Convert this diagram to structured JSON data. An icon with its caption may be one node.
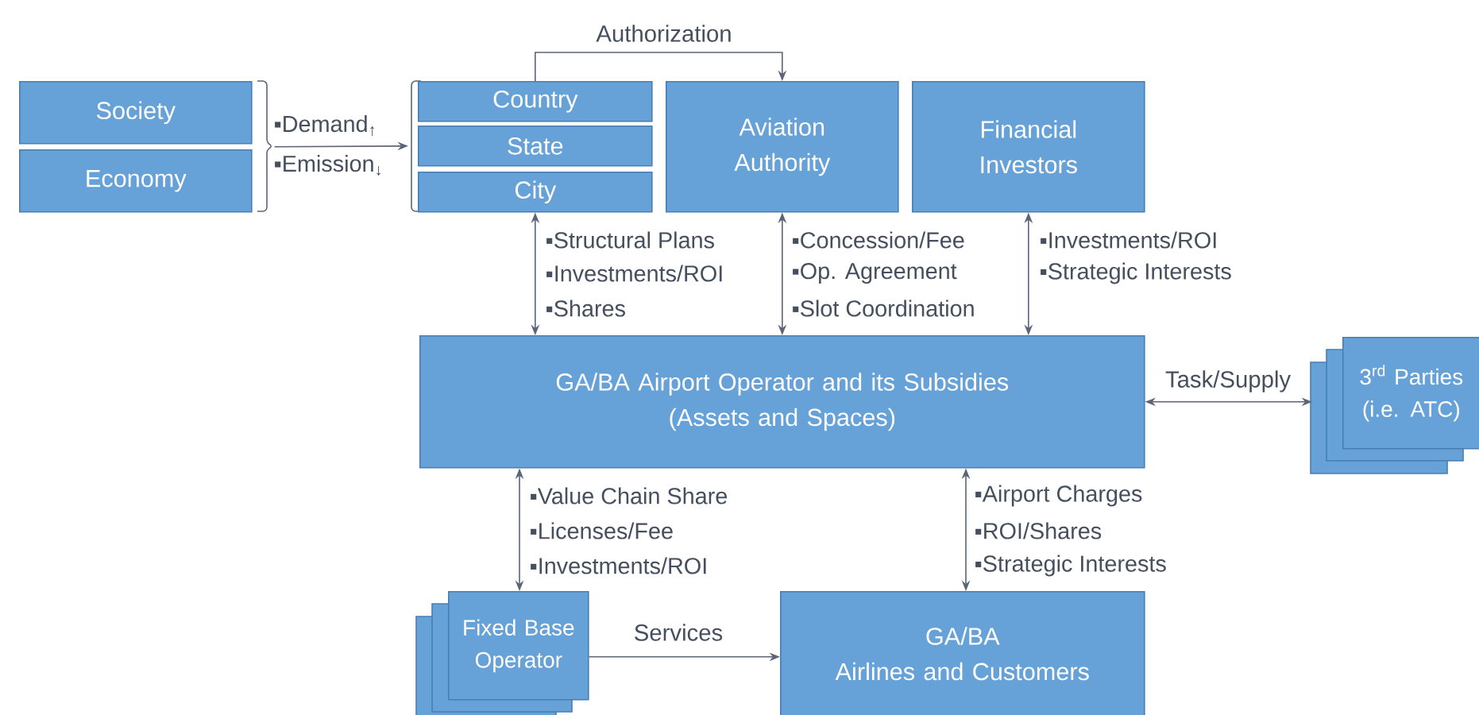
{
  "diagram": {
    "nodes": [
      {
        "text": [
          "Society"
        ]
      },
      {
        "text": [
          "Economy"
        ]
      },
      {
        "text": [
          "Country"
        ]
      },
      {
        "text": [
          "State"
        ]
      },
      {
        "text": [
          "City"
        ]
      },
      {
        "text": [
          "Aviation Authority"
        ]
      },
      {
        "text": [
          "Financial Investors"
        ]
      },
      {
        "text": [
          "GA/BA Airport Operator and its Subsidies",
          "(Assets and Spaces)"
        ]
      },
      {
        "text": [
          "3$^{rd}$ Parties",
          "(i.e. ATC)"
        ]
      },
      {
        "text": [
          "Fixed Base Operator"
        ]
      },
      {
        "text": [
          "GA/BA",
          "Airlines and Customers"
        ]
      }
    ],
    "edges": [
      {
        "from": 0,
        "to": 3,
        "arrow": "to"
      },
      {
        "from": 1,
        "to": 3,
        "arrow": "to"
      },
      {
        "from": 2,
        "to": 5,
        "arrow": "to",
        "label": "Authorization"
      },
      {
        "from": 4,
        "to": 7,
        "arrow": "both"
      },
      {
        "from": 5,
        "to": 7,
        "arrow": "both"
      },
      {
        "from": 6,
        "to": 7,
        "arrow": "both"
      },
      {
        "from": 7,
        "to": 8,
        "arrow": "both",
        "label": "Task/Supply"
      },
      {
        "from": 7,
        "to": 9,
        "arrow": "both"
      },
      {
        "from": 7,
        "to": 10,
        "arrow": "both"
      },
      {
        "from": 9,
        "to": 10,
        "arrow": "to",
        "label": "Services"
      }
    ],
    "labels": [
      "▪Demand$_{↑}$",
      "▪Emission$_{↓}$",
      "▪Structural Plans",
      "▪Investments/ROI",
      "▪Shares",
      "▪Concession/Fee",
      "▪Op. Agreement",
      "▪Slot Coordination",
      "▪Investments/ROI",
      "▪Strategic Interests",
      "▪Value Chain Share",
      "▪Licenses/Fee",
      "▪Investments/ROI",
      "▪Airport Charges",
      "▪ROI/Shares",
      "▪Strategic Interests"
    ]
  }
}
